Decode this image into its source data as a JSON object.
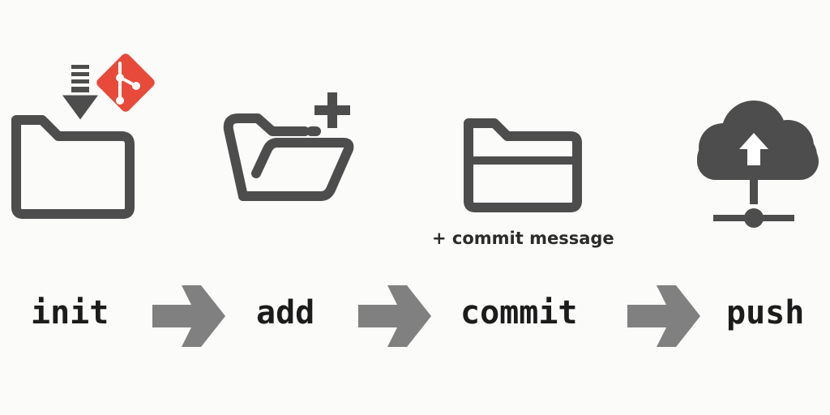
{
  "steps": [
    {
      "label": "init",
      "icon": "folder-download-git-icon"
    },
    {
      "label": "add",
      "icon": "folder-open-plus-icon"
    },
    {
      "label": "commit",
      "icon": "folder-closed-icon",
      "note": "+ commit message"
    },
    {
      "label": "push",
      "icon": "cloud-upload-network-icon"
    }
  ],
  "colors": {
    "icon": "#4d4d4d",
    "arrow": "#808080",
    "git_badge": "#e84a3a",
    "text": "#1c1c1c",
    "background": "#fbfbfa"
  }
}
